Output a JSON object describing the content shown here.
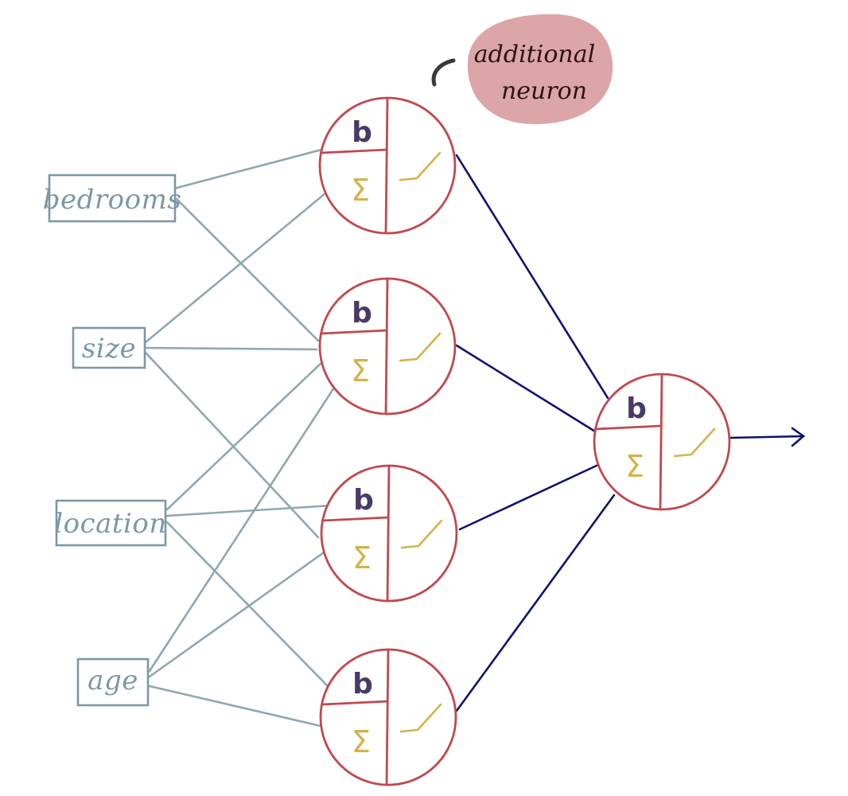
{
  "inputs": [
    "bedrooms",
    "size",
    "location",
    "age"
  ],
  "neuron": {
    "bias": "b",
    "sum": "Σ"
  },
  "note": {
    "line1": "additional",
    "line2": "neuron"
  },
  "colors": {
    "input": "#7b98a6",
    "input_edge": "#8ea7b4",
    "neuron_stroke": "#c0494f",
    "output_edge": "#0d1270",
    "bias_text": "#4a3a66",
    "sum_text": "#d4b24a",
    "activation": "#d4b24a",
    "note_fill": "#dca5a7",
    "note_text": "#2b1416"
  }
}
